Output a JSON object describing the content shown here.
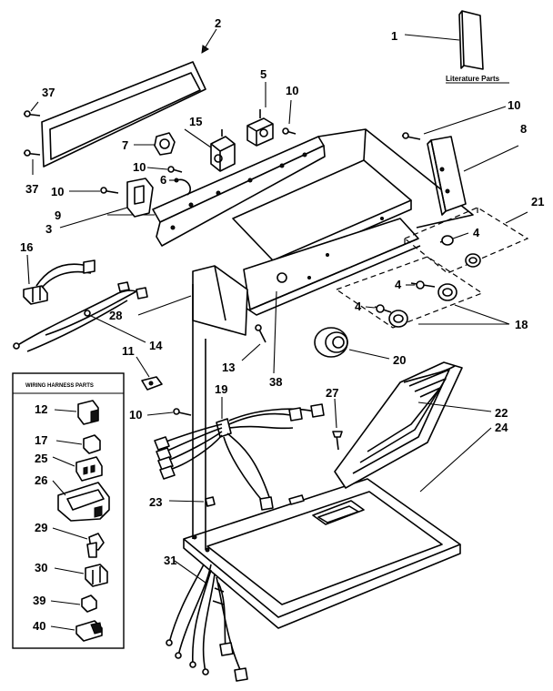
{
  "diagram": {
    "literature_caption": "Literature Parts",
    "harness_box_title": "WIRING HARNESS PARTS",
    "callouts": {
      "c1": "1",
      "c2": "2",
      "c37a": "37",
      "c37b": "37",
      "c5": "5",
      "c10a": "10",
      "c10b": "10",
      "c15": "15",
      "c7": "7",
      "c10c": "10",
      "c6": "6",
      "c10d": "10",
      "c3": "3",
      "c9": "9",
      "c8": "8",
      "c21": "21",
      "c4a": "4",
      "c4b": "4",
      "c4c": "4",
      "c16": "16",
      "c28": "28",
      "c14": "14",
      "c18": "18",
      "c20": "20",
      "c11": "11",
      "c13": "13",
      "c38": "38",
      "c27": "27",
      "c22": "22",
      "c24": "24",
      "c19": "19",
      "c10e": "10",
      "c23": "23",
      "c31": "31",
      "h12": "12",
      "h17": "17",
      "h25": "25",
      "h26": "26",
      "h29": "29",
      "h30": "30",
      "h39": "39",
      "h40": "40"
    }
  }
}
